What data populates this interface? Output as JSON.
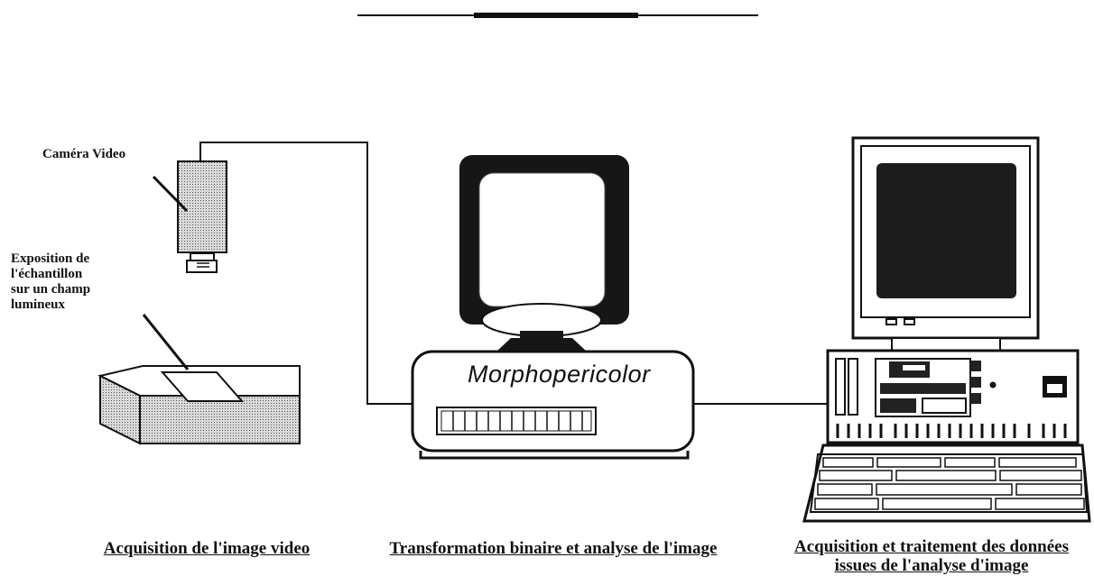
{
  "labels": {
    "camera": "Caméra Video",
    "exposition": "Exposition de\nl'échantillon\n sur un champ\nlumineux",
    "brand": "Morphopericolor"
  },
  "captions": {
    "left": "Acquisition de l'image video",
    "middle": "Transformation binaire et analyse de l'image",
    "right_line1": "Acquisition et traitement des données",
    "right_line2": "issues de l'analyse d'image"
  }
}
